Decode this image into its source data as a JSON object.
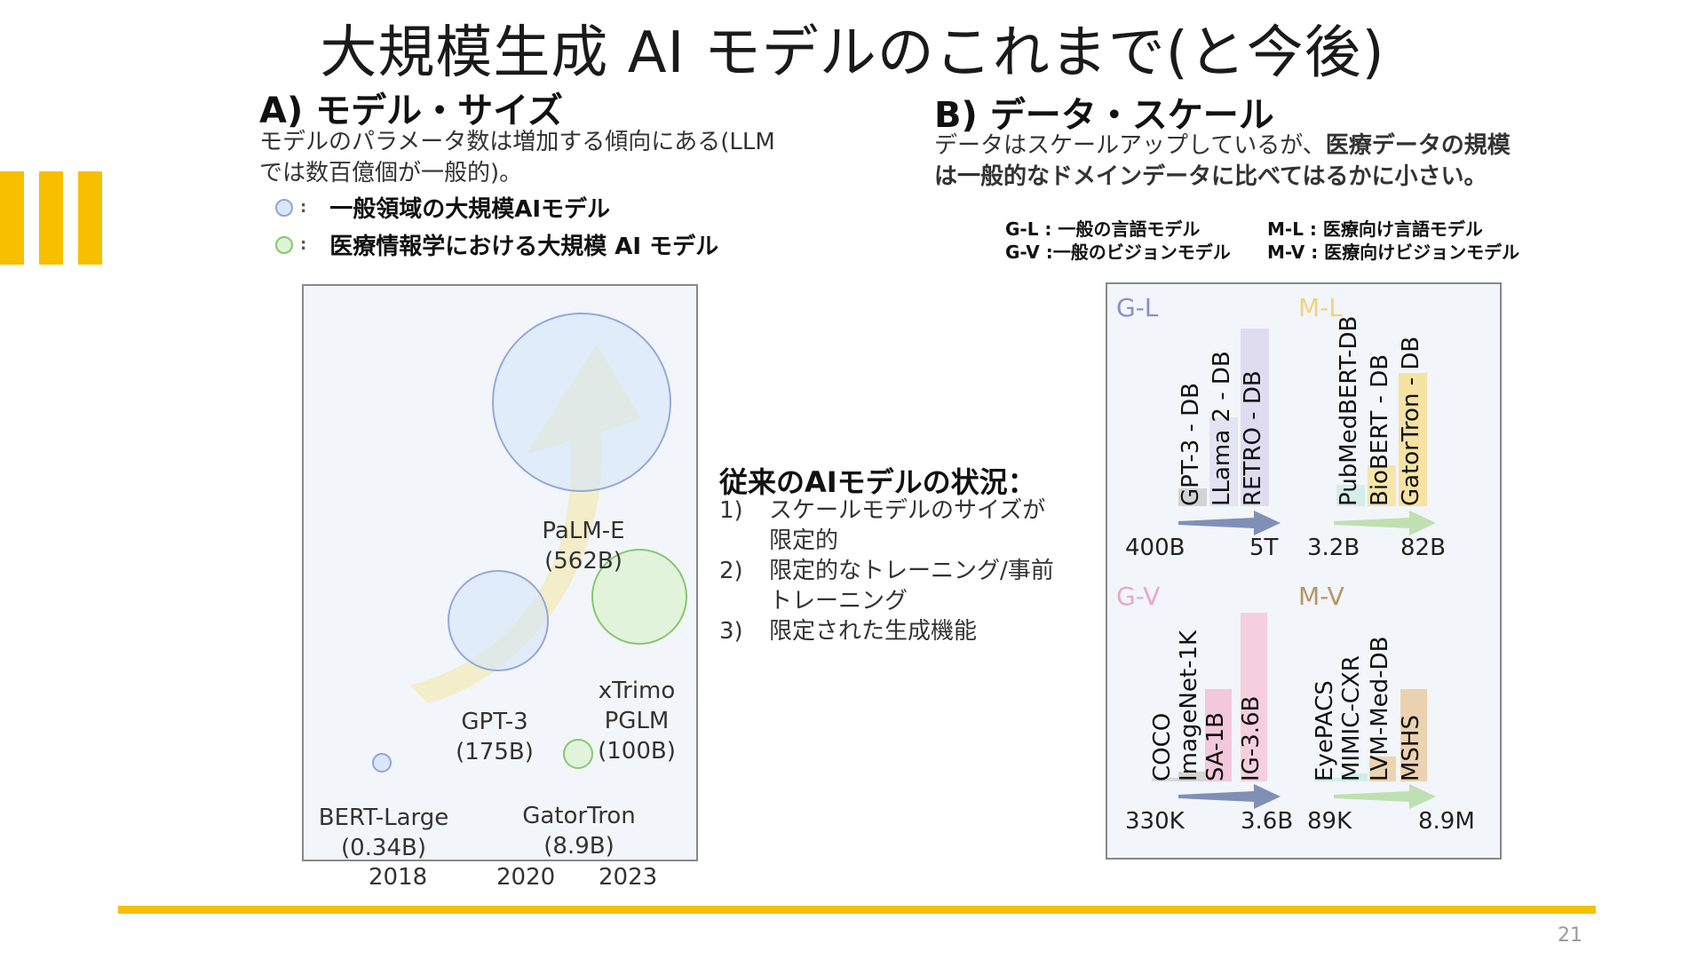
{
  "title": "大規模生成 AI モデルのこれまで(と今後)",
  "section_a": {
    "heading": "A) モデル・サイズ",
    "desc_line1": "モデルのパラメータ数は増加する傾向にある(LLM",
    "desc_line2": "では数百億個が一般的)。",
    "legend_general": "一般領域の大規模AIモデル",
    "legend_medical": "医療情報学における大規模 AI モデル",
    "legend_sep": ":",
    "models": [
      {
        "name": "PaLM-E",
        "params": "(562B)",
        "domain": "general",
        "year": "2023"
      },
      {
        "name": "GPT-3",
        "params": "(175B)",
        "domain": "general",
        "year": "2020"
      },
      {
        "name": "xTrimo\nPGLM",
        "params": "(100B)",
        "domain": "medical",
        "year": "2023"
      },
      {
        "name": "GatorTron",
        "params": "(8.9B)",
        "domain": "medical",
        "year": "2020"
      },
      {
        "name": "BERT-Large",
        "params": "(0.34B)",
        "domain": "general",
        "year": "2018"
      }
    ],
    "years": [
      "2018",
      "2020",
      "2023"
    ]
  },
  "section_b": {
    "heading": "B) データ・スケール",
    "desc_line1_normal": "データはスケールアップしているが、",
    "desc_line1_bold": "医療データの規模",
    "desc_line2_bold": "は一般的なドメインデータに比べてはるかに小さい。",
    "key": [
      {
        "code": "G-L",
        "sep": " : ",
        "text": "一般の言語モデル"
      },
      {
        "code": "M-L",
        "sep": " : ",
        "text": "医療向け言語モデル"
      },
      {
        "code": "G-V",
        "sep": " :",
        "text": "一般のビジョンモデル"
      },
      {
        "code": "M-V",
        "sep": " : ",
        "text": "医療向けビジョンモデル"
      }
    ],
    "groups": [
      {
        "code": "G-L",
        "color": "#8a90c2",
        "arrow_color": "#7f8fb6",
        "min": "400B",
        "max": "5T",
        "bars": [
          {
            "label": "GPT-3 - DB",
            "fill": "#d3d3d3",
            "rel": 0.1
          },
          {
            "label": "LLama  2 - DB",
            "fill": "#e3e3f3",
            "rel": 0.5
          },
          {
            "label": "RETRO - DB",
            "fill": "#e0dcf0",
            "rel": 1.0
          }
        ]
      },
      {
        "code": "M-L",
        "color": "#f2d27a",
        "arrow_color": "#bfe0b0",
        "min": "3.2B",
        "max": "82B",
        "bars": [
          {
            "label": "PubMedBERT-DB",
            "fill": "#d4eeea",
            "rel": 0.12
          },
          {
            "label": "BioBERT - DB",
            "fill": "#f6e6ad",
            "rel": 0.23
          },
          {
            "label": "GatorTron - DB",
            "fill": "#f6e3a2",
            "rel": 0.75
          }
        ]
      },
      {
        "code": "G-V",
        "color": "#e7a8c9",
        "arrow_color": "#7f8fb6",
        "min": "330K",
        "max": "3.6B",
        "bars": [
          {
            "label": "COCO",
            "fill": "#d8d8d8",
            "rel": 0.02
          },
          {
            "label": "ImageNet-1K",
            "fill": "#d5d5d5",
            "rel": 0.06
          },
          {
            "label": "SA-1B",
            "fill": "#f3c8dc",
            "rel": 0.55
          },
          {
            "label": "IG-3.6B",
            "fill": "#f5cfe0",
            "rel": 1.0
          }
        ]
      },
      {
        "code": "M-V",
        "color": "#b89562",
        "arrow_color": "#bfe0b0",
        "min": "89K",
        "max": "8.9M",
        "bars": [
          {
            "label": "EyePACS",
            "fill": "#d4eeea",
            "rel": 0.02
          },
          {
            "label": "MIMIC-CXR",
            "fill": "#d2ece6",
            "rel": 0.05
          },
          {
            "label": "LVM-Med-DB",
            "fill": "#ecd4b2",
            "rel": 0.15
          },
          {
            "label": "MSHS",
            "fill": "#ebd2b0",
            "rel": 0.55
          }
        ]
      }
    ]
  },
  "middle": {
    "heading": "従来のAIモデルの状況：",
    "items": [
      {
        "n": "1)",
        "text": "スケールモデルのサイズが\n限定的"
      },
      {
        "n": "2)",
        "text": "限定的なトレーニング/事前\nトレーニング"
      },
      {
        "n": "3)",
        "text": "限定された生成機能"
      }
    ]
  },
  "colors": {
    "accent": "#f6bf00",
    "general_dot": "#dbe7f8",
    "general_border": "#8fa6d4",
    "medical_dot": "#dff2d6",
    "medical_border": "#86c86e"
  },
  "page_number": "21"
}
